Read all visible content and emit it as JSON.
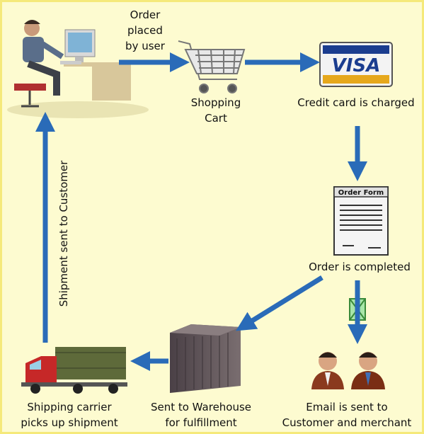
{
  "diagram": {
    "nodes": {
      "user": {
        "label_lines": []
      },
      "cart": {
        "label_lines": [
          "Shopping",
          "Cart"
        ]
      },
      "card": {
        "label_lines": [
          "Credit card is charged"
        ],
        "card_brand": "VISA"
      },
      "order": {
        "label_lines": [
          "Order is completed"
        ],
        "form_title": "Order Form"
      },
      "email": {
        "label_lines": [
          "Email is sent to",
          "Customer and merchant"
        ]
      },
      "warehouse": {
        "label_lines": [
          "Sent to Warehouse",
          "for fulfillment"
        ]
      },
      "truck": {
        "label_lines": [
          "Shipping carrier",
          "picks up shipment"
        ]
      }
    },
    "edges": {
      "user_to_cart": {
        "label_lines": [
          "Order",
          "placed",
          "by user"
        ]
      },
      "truck_to_user": {
        "label": "Shipment sent to Customer"
      }
    },
    "colors": {
      "arrow": "#2a6bb8",
      "background": "#fdfbd0",
      "border": "#f5e97a"
    }
  }
}
